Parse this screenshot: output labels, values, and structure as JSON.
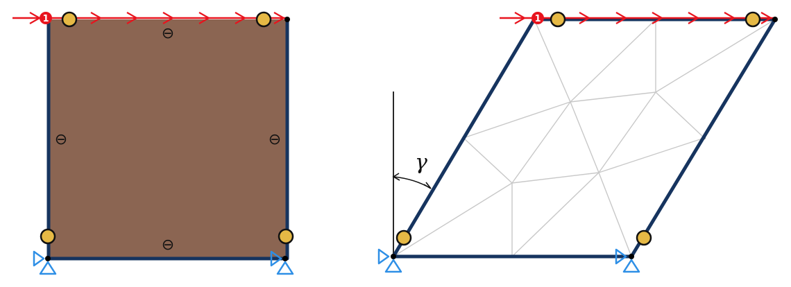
{
  "diagram": {
    "left_panel": {
      "plate_fill": "#8B6552",
      "member_color": "#16345F",
      "sign_symbol": "⊖",
      "load_id": "1"
    },
    "right_panel": {
      "member_color": "#16345F",
      "mesh_color": "#C8C8C8",
      "angle_symbol": "γ",
      "load_id": "1"
    },
    "colors": {
      "load_arrow": "#E8141E",
      "hinge_fill": "#E6B945",
      "support": "#2E8FE6",
      "node": "#000000"
    }
  }
}
